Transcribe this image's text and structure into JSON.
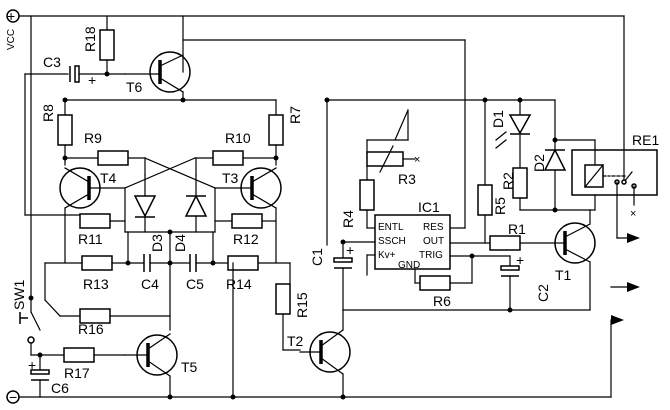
{
  "rails": {
    "vcc": "VCC",
    "plus": "+",
    "minus": "−"
  },
  "labels": {
    "C3": "C3",
    "R18": "R18",
    "T6": "T6",
    "R8": "R8",
    "R7": "R7",
    "R9": "R9",
    "R10": "R10",
    "T4": "T4",
    "T3": "T3",
    "R11": "R11",
    "R12": "R12",
    "D3": "D3",
    "D4": "D4",
    "R13": "R13",
    "C4": "C4",
    "C5": "C5",
    "R14": "R14",
    "R15": "R15",
    "SW1": "SW1",
    "R16": "R16",
    "T5": "T5",
    "R17": "R17",
    "C6": "C6",
    "T2": "T2",
    "R4": "R4",
    "C1": "C1",
    "R3": "R3",
    "IC1": "IC1",
    "R5": "R5",
    "R1": "R1",
    "R6": "R6",
    "C2": "C2",
    "T1": "T1",
    "D1": "D1",
    "R2": "R2",
    "D2": "D2",
    "RE1": "RE1"
  },
  "ic1_pins": {
    "entl": "ENTL",
    "ssch": "SSCH",
    "kv": "Kv+",
    "gnd": "GND",
    "res": "RES",
    "out": "OUT",
    "trig": "TRIG"
  },
  "polarity": {
    "c3": "+",
    "c1": "+",
    "c2": "+",
    "c6": "+"
  }
}
